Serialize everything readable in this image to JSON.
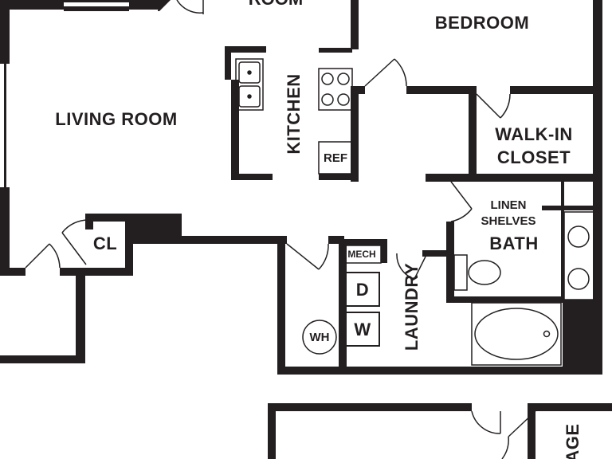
{
  "colors": {
    "wall": "#231f20",
    "background": "#ffffff"
  },
  "rooms": {
    "room_partial": "ROOM",
    "bedroom": "BEDROOM",
    "living_room": "LIVING ROOM",
    "kitchen": "KITCHEN",
    "walk_in_closet_line1": "WALK-IN",
    "walk_in_closet_line2": "CLOSET",
    "closet": "CL",
    "linen_line1": "LINEN",
    "linen_line2": "SHELVES",
    "bath": "BATH",
    "laundry": "LAUNDRY",
    "storage_partial": "AGE"
  },
  "fixtures": {
    "refrigerator": "REF",
    "mechanical": "MECH",
    "dryer": "D",
    "washer": "W",
    "water_heater": "WH"
  },
  "icons": {
    "sink": "double-sink-icon",
    "range": "stove-burners-icon",
    "toilet": "toilet-icon",
    "tub": "bathtub-icon",
    "vanity": "vanity-sinks-icon"
  }
}
